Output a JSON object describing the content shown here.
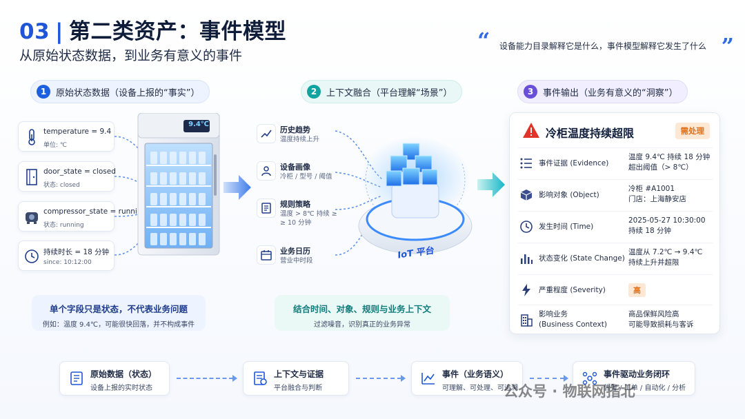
{
  "header": {
    "number": "03",
    "separator": "|",
    "title": "第二类资产：事件模型",
    "subtitle": "从原始状态数据，到业务有意义的事件",
    "quote": "设备能力目录解释它是什么，事件模型解释它发生了什么"
  },
  "steps": [
    {
      "num": "1",
      "label": "原始状态数据（设备上报的“事实”）"
    },
    {
      "num": "2",
      "label": "上下文融合（平台理解“场景”）"
    },
    {
      "num": "3",
      "label": "事件输出（业务有意义的“洞察”）"
    }
  ],
  "raw_data": [
    {
      "key": "temperature = 9.4",
      "sub": "单位: ℃",
      "icon": "thermometer-icon"
    },
    {
      "key": "door_state = closed",
      "sub": "状态: closed",
      "icon": "door-icon"
    },
    {
      "key": "compressor_state = running",
      "sub": "状态: running",
      "icon": "compressor-icon"
    },
    {
      "key": "持续时长 = 18 分钟",
      "sub": "since: 10:12:00",
      "icon": "clock-icon"
    }
  ],
  "fridge": {
    "display": "9.4℃"
  },
  "note_left": {
    "title": "单个字段只是状态，不代表业务问题",
    "desc": "例如：温度 9.4℃，可能很快回落，并不构成事件"
  },
  "context": [
    {
      "title": "历史趋势",
      "desc": "温度持续上升",
      "icon": "trend-icon"
    },
    {
      "title": "设备画像",
      "desc": "冷柜 / 型号 / 阈值",
      "icon": "profile-icon"
    },
    {
      "title": "规则策略",
      "desc": "温度 > 8℃ 持续 ≥ ≥ 10 分钟",
      "desc1": "温度 > 8℃ 持续 ≥",
      "desc2": "≥ 10 分钟",
      "icon": "rule-icon"
    },
    {
      "title": "业务日历",
      "desc": "营业中时段",
      "icon": "calendar-icon"
    }
  ],
  "platform": {
    "label": "IoT 平台"
  },
  "note_mid": {
    "title": "结合时间、对象、规则与业务上下文",
    "desc": "过滤噪音，识别真正的业务异常"
  },
  "event": {
    "title": "冷柜温度持续超限",
    "badge": "需处理",
    "rows": [
      {
        "label": "事件证据 (Evidence)",
        "v1": "温度 9.4℃ 持续 18 分钟",
        "v2": "超出阈值（> 8℃）",
        "icon": "list-icon"
      },
      {
        "label": "影响对象 (Object)",
        "v1": "冷柜 #A1001",
        "v2": "门店：上海静安店",
        "icon": "cube-icon"
      },
      {
        "label": "发生时间 (Time)",
        "v1": "2025-05-27 10:30:00",
        "v2": "持续 18 分钟",
        "icon": "clock-icon"
      },
      {
        "label": "状态变化 (State Change)",
        "v1": "温度从 7.2℃ → 9.4℃",
        "v2": "持续上升并超限",
        "icon": "bars-icon"
      },
      {
        "label": "严重程度 (Severity)",
        "v1": "高",
        "v2": "",
        "icon": "lightning-icon"
      },
      {
        "label1": "影响业务",
        "label2": "(Business Context)",
        "v1": "商品保鲜风险高",
        "v2": "可能导致损耗与客诉",
        "icon": "building-icon"
      }
    ]
  },
  "flow": [
    {
      "title": "原始数据（状态）",
      "sub": "设备上报的实时状态",
      "icon": "data-icon"
    },
    {
      "title": "上下文与证据",
      "sub": "平台融合与判断",
      "icon": "evidence-icon"
    },
    {
      "title": "事件（业务语义）",
      "sub": "可理解、可处理、可追溯",
      "icon": "event-icon"
    },
    {
      "title": "事件驱动业务闭环",
      "sub": "告警 / 工单 / 自动化 / 分析",
      "icon": "loop-icon"
    }
  ],
  "watermark": "公众号 · 物联网指北",
  "colors": {
    "primary": "#1e56d6",
    "teal": "#11a3a0",
    "purple": "#6a4fd8",
    "warn": "#e0731c",
    "danger": "#e0342a"
  }
}
